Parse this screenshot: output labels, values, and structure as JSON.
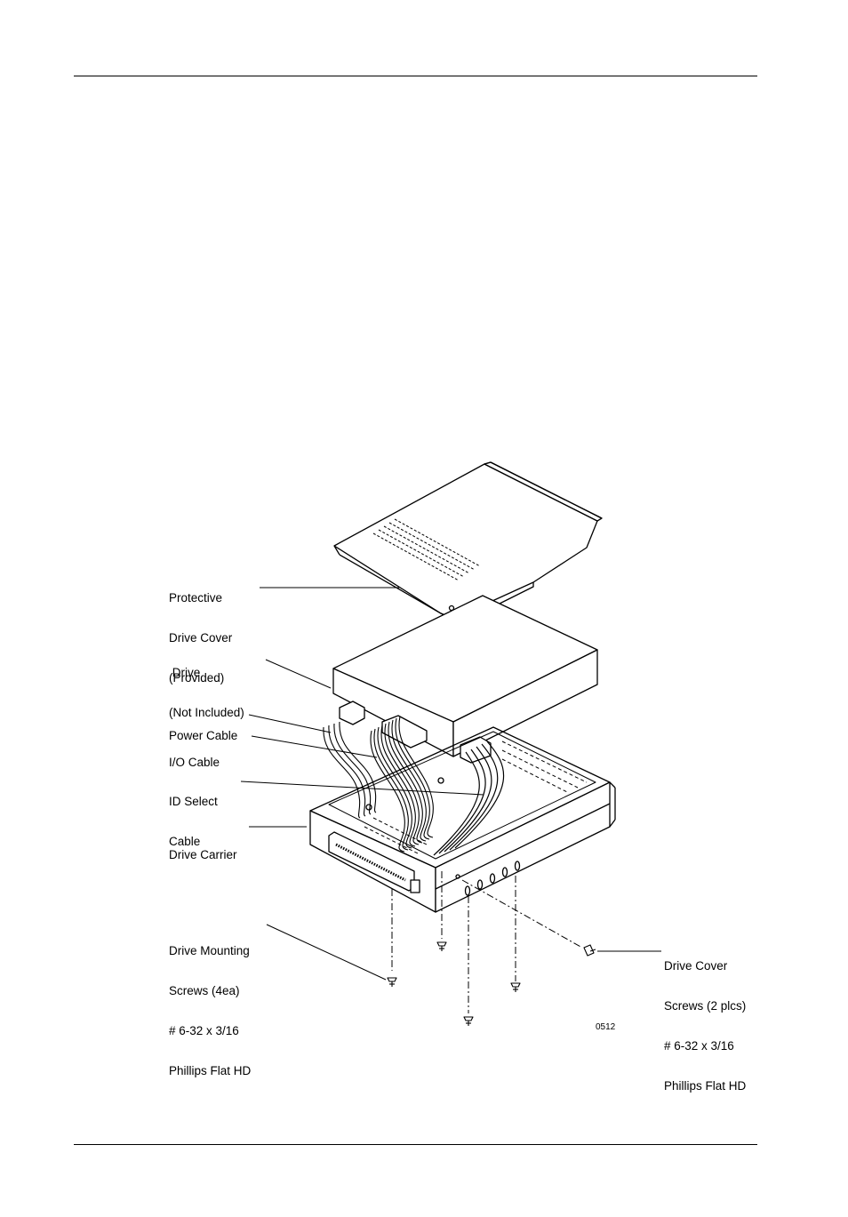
{
  "labels": {
    "protective_cover": [
      "Protective",
      "Drive Cover",
      "(Provided)"
    ],
    "drive": [
      " Drive",
      "(Not Included)"
    ],
    "power_cable": [
      "Power Cable"
    ],
    "io_cable": [
      "I/O Cable"
    ],
    "id_select": [
      "ID Select",
      "Cable"
    ],
    "drive_carrier": [
      "Drive Carrier"
    ],
    "mounting_screws": [
      "Drive Mounting",
      "Screws (4ea)",
      "# 6-32 x 3/16",
      "Phillips Flat HD"
    ],
    "cover_screws": [
      "Drive Cover",
      "Screws (2 plcs)",
      "# 6-32 x 3/16",
      "Phillips Flat HD"
    ]
  },
  "figure_id": "0512"
}
